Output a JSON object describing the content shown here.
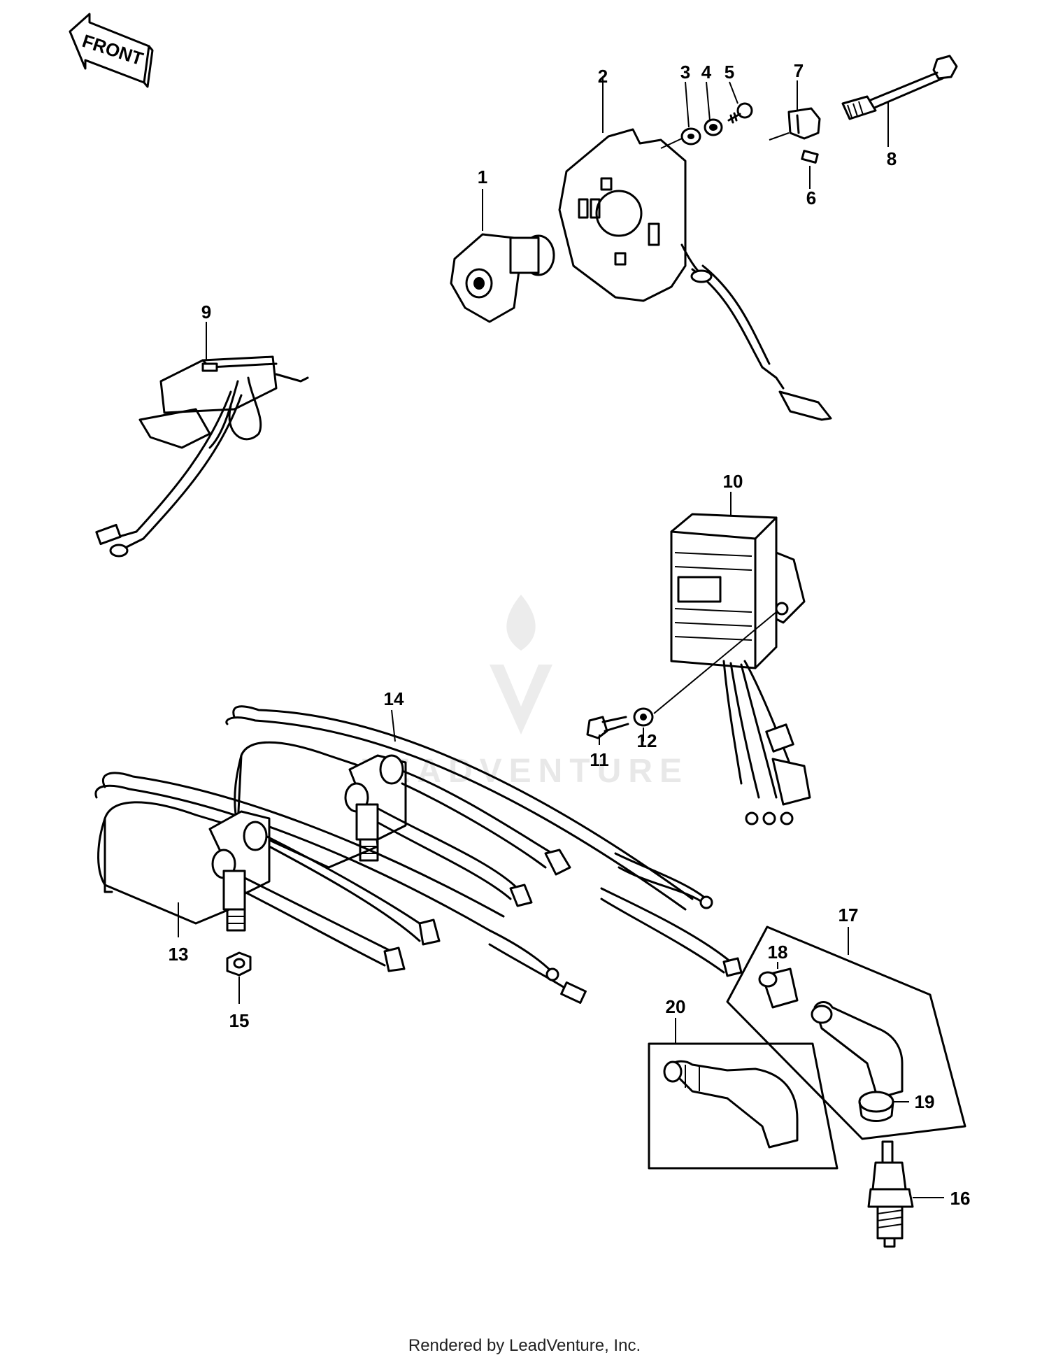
{
  "front_badge": "FRONT",
  "watermark": "LEADVENTURE",
  "credit": "Rendered by LeadVenture, Inc.",
  "callouts": [
    "1",
    "2",
    "3",
    "4",
    "5",
    "6",
    "7",
    "8",
    "9",
    "10",
    "11",
    "12",
    "13",
    "14",
    "15",
    "16",
    "17",
    "18",
    "19",
    "20"
  ]
}
